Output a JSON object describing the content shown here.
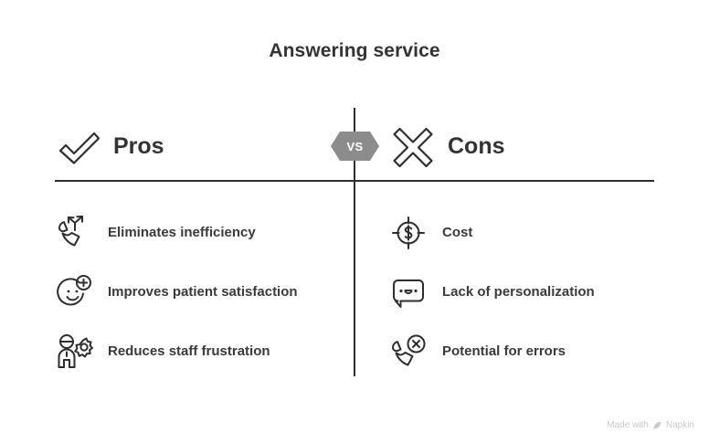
{
  "title": "Answering service",
  "divider": {
    "vs_label": "VS",
    "vs_badge_color": "#8c8c8c",
    "line_color": "#2e2e2e"
  },
  "columns": [
    {
      "id": "pros",
      "heading": "Pros",
      "heading_icon": "check-icon",
      "items": [
        {
          "label": "Eliminates inefficiency",
          "icon": "phone-arrows-icon"
        },
        {
          "label": "Improves patient satisfaction",
          "icon": "smiley-plus-icon"
        },
        {
          "label": "Reduces staff frustration",
          "icon": "person-gear-icon"
        }
      ]
    },
    {
      "id": "cons",
      "heading": "Cons",
      "heading_icon": "cross-icon",
      "items": [
        {
          "label": "Cost",
          "icon": "dollar-target-icon"
        },
        {
          "label": "Lack of personalization",
          "icon": "chat-face-icon"
        },
        {
          "label": "Potential for errors",
          "icon": "phone-error-icon"
        }
      ]
    }
  ],
  "watermark": {
    "text_before": "Made with",
    "brand": "Napkin",
    "icon": "napkin-leaf-icon",
    "color": "#c9c9c9"
  },
  "theme": {
    "background": "#ffffff",
    "text": "#333333",
    "icon_stroke": "#2e2e2e"
  }
}
